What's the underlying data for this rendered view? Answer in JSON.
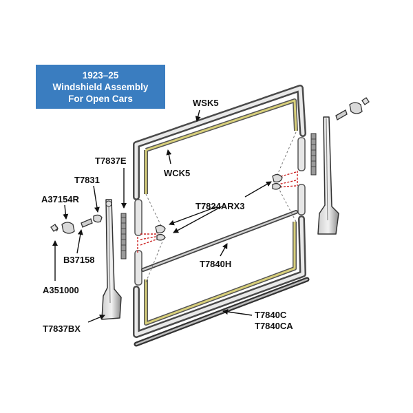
{
  "title": {
    "line1": "1923–25",
    "line2": "Windshield Assembly",
    "line3": "For Open Cars"
  },
  "labels": {
    "wsk5": "WSK5",
    "wck5": "WCK5",
    "t7837e": "T7837E",
    "t7831": "T7831",
    "a37154r": "A37154R",
    "b37158": "B37158",
    "a351000": "A351000",
    "t7837bx": "T7837BX",
    "t7824arx3": "T7824ARX3",
    "t7840h": "T7840H",
    "t7840c": "T7840C",
    "t7840ca": "T7840CA"
  },
  "colors": {
    "title_bg": "#3a7dc0",
    "frame": "#555555",
    "seal": "#d8cf7a",
    "callout_dash": "#cc2222"
  }
}
